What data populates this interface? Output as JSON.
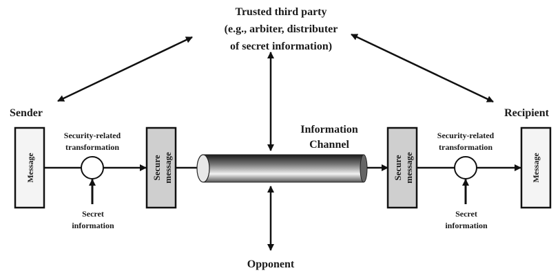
{
  "trusted_party": {
    "line1": "Trusted third party",
    "line2": "(e.g., arbiter, distributer",
    "line3": "of secret information)"
  },
  "sender": {
    "title": "Sender",
    "message": "Message",
    "transform_line1": "Security-related",
    "transform_line2": "transformation",
    "secret_line1": "Secret",
    "secret_line2": "information",
    "secure_line1": "Secure",
    "secure_line2": "message"
  },
  "channel": {
    "line1": "Information",
    "line2": "Channel"
  },
  "recipient": {
    "title": "Recipient",
    "message": "Message",
    "transform_line1": "Security-related",
    "transform_line2": "transformation",
    "secret_line1": "Secret",
    "secret_line2": "information",
    "secure_line1": "Secure",
    "secure_line2": "message"
  },
  "opponent": {
    "label": "Opponent"
  },
  "colors": {
    "message_box": "#f4f4f4",
    "secure_box": "#cfcfcf",
    "stroke": "#111111"
  }
}
